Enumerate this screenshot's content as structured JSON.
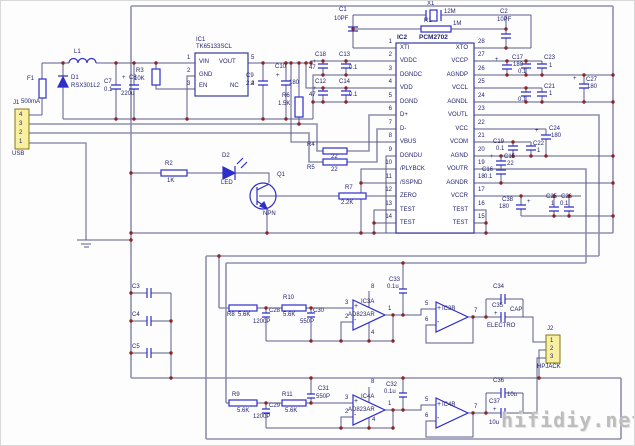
{
  "watermark": "hifidiy.net",
  "sym": {
    "plus": "+",
    "minus": "-"
  },
  "connectors": {
    "usb": {
      "ref": "J1",
      "label": "USB",
      "pins": [
        "4",
        "3",
        "2",
        "1"
      ]
    },
    "hp": {
      "ref": "J2",
      "label": "HPJACK",
      "pins": [
        "1",
        "2",
        "3"
      ]
    }
  },
  "power": {
    "f1": {
      "ref": "F1",
      "value": "500mA"
    },
    "l1": {
      "ref": "L1"
    },
    "d1": {
      "ref": "D1",
      "value": "RSX301L2"
    },
    "c7": {
      "ref": "C7",
      "value": "0.1"
    },
    "c8": {
      "ref": "C8",
      "value": "220u"
    },
    "r3": {
      "ref": "R3",
      "value": "10K"
    },
    "ic1": {
      "ref": "IC1",
      "part": "TK65133SCL",
      "vin": "VIN",
      "vout": "VOUT",
      "gnd": "GND",
      "en": "EN",
      "nc": "NC",
      "p1": "1",
      "p2": "2",
      "p3": "3",
      "p4": "4",
      "p5": "5"
    },
    "c9": {
      "ref": "C9",
      "value": "2.2"
    },
    "c10": {
      "ref": "C10",
      "value": "180"
    },
    "r6": {
      "ref": "R6",
      "value": "1.5K"
    }
  },
  "clock": {
    "c1": {
      "ref": "C1",
      "value": "10PF"
    },
    "x1": {
      "ref": "X1",
      "value": "12M"
    },
    "r1": {
      "ref": "R1",
      "value": "1M"
    },
    "c2": {
      "ref": "C2",
      "value": "10PF"
    }
  },
  "ic2": {
    "ref": "IC2",
    "part": "PCM2702",
    "left_pins": [
      {
        "num": "1",
        "name": "XTI"
      },
      {
        "num": "2",
        "name": "VDDC"
      },
      {
        "num": "3",
        "name": "DGNDC"
      },
      {
        "num": "4",
        "name": "VDD"
      },
      {
        "num": "5",
        "name": "DGND"
      },
      {
        "num": "6",
        "name": "D+"
      },
      {
        "num": "7",
        "name": "D-"
      },
      {
        "num": "8",
        "name": "VBUS"
      },
      {
        "num": "9",
        "name": "DGNDU"
      },
      {
        "num": "10",
        "name": "/PLYBCK"
      },
      {
        "num": "11",
        "name": "/SSPND"
      },
      {
        "num": "12",
        "name": "ZERO"
      },
      {
        "num": "13",
        "name": "TEST"
      },
      {
        "num": "14",
        "name": "TEST"
      }
    ],
    "right_pins": [
      {
        "num": "28",
        "name": "XTO"
      },
      {
        "num": "27",
        "name": "VCCP"
      },
      {
        "num": "26",
        "name": "AGNDP"
      },
      {
        "num": "25",
        "name": "VCCL"
      },
      {
        "num": "24",
        "name": "AGNDL"
      },
      {
        "num": "23",
        "name": "VOUTL"
      },
      {
        "num": "22",
        "name": "VCC"
      },
      {
        "num": "21",
        "name": "VCOM"
      },
      {
        "num": "20",
        "name": "AGND"
      },
      {
        "num": "19",
        "name": "VOUTR"
      },
      {
        "num": "18",
        "name": "AGNDR"
      },
      {
        "num": "17",
        "name": "VCCR"
      },
      {
        "num": "16",
        "name": "TEST"
      },
      {
        "num": "15",
        "name": "TEST"
      }
    ]
  },
  "io": {
    "r4": {
      "ref": "R4",
      "value": "22"
    },
    "r5": {
      "ref": "R5",
      "value": "22"
    },
    "r7": {
      "ref": "R7",
      "value": "2.2K"
    },
    "r2": {
      "ref": "R2",
      "value": "1K"
    },
    "d2": {
      "ref": "D2",
      "value": "LED"
    },
    "q1": {
      "ref": "Q1",
      "value": "NPN"
    }
  },
  "decoupling": {
    "c18": {
      "ref": "C18",
      "value": "47"
    },
    "c13": {
      "ref": "C13",
      "value": "0.1"
    },
    "c12": {
      "ref": "C12",
      "value": "47"
    },
    "c14": {
      "ref": "C14",
      "value": "0.1"
    },
    "c17": {
      "ref": "C17",
      "value": "180"
    },
    "c20": {
      "value": "0.1"
    },
    "c23": {
      "ref": "C23",
      "value": "1"
    },
    "c11": {
      "value": "0.1"
    },
    "c21": {
      "ref": "C21",
      "value": "1"
    },
    "c27": {
      "ref": "C27",
      "value": "180"
    },
    "c24": {
      "ref": "C24",
      "value": "180"
    },
    "c19": {
      "ref": "C19",
      "value": "0.1"
    },
    "c22": {
      "ref": "C22",
      "value": "1"
    },
    "c15": {
      "ref": "C15",
      "value": "22"
    },
    "c16": {
      "ref": "C16",
      "value": "0.1"
    },
    "c38": {
      "ref": "C38",
      "value": "180"
    },
    "c25": {
      "ref": "C25",
      "value": "1"
    },
    "c26": {
      "ref": "C26",
      "value": "0.1"
    },
    "c3": {
      "ref": "C3"
    },
    "c4": {
      "ref": "C4"
    },
    "c5": {
      "ref": "C5"
    }
  },
  "filter_left": {
    "r8": {
      "ref": "R8",
      "value": "5.6K"
    },
    "r10": {
      "ref": "R10",
      "value": "5.6K"
    },
    "c28": {
      "ref": "C28",
      "value": "1200P"
    },
    "c30": {
      "ref": "C30",
      "value": "550P"
    },
    "ic3a": {
      "ref": "IC3A",
      "part": "AD823AR",
      "p_plus": "3",
      "p_minus": "2",
      "p_out": "1",
      "vcc": "8",
      "vee": "4"
    },
    "ic3b": {
      "ref": "IC3B",
      "p_plus": "5",
      "p_minus": "6",
      "p_out": "7"
    },
    "c33": {
      "ref": "C33",
      "value": "0.1u"
    },
    "c34": {
      "ref": "C34"
    },
    "c35": {
      "ref": "C35",
      "word1": "CAP",
      "word2": "ELECTRO"
    }
  },
  "filter_right": {
    "r9": {
      "ref": "R9",
      "value": "5.6K"
    },
    "r11": {
      "ref": "R11",
      "value": "5.6K"
    },
    "c29": {
      "ref": "C29",
      "value": "1200P"
    },
    "c31": {
      "ref": "C31",
      "value": "550P"
    },
    "ic4a": {
      "ref": "IC4A",
      "part": "AD823AR",
      "p_plus": "3",
      "p_minus": "2",
      "p_out": "1",
      "vcc": "8",
      "vee": "4"
    },
    "ic4b": {
      "ref": "IC4B",
      "p_plus": "5",
      "p_minus": "6",
      "p_out": "7"
    },
    "c32": {
      "ref": "C32",
      "value": "0.1u"
    },
    "c36": {
      "ref": "C36",
      "value": "10u"
    },
    "c37": {
      "ref": "C37",
      "value": "10u"
    }
  }
}
